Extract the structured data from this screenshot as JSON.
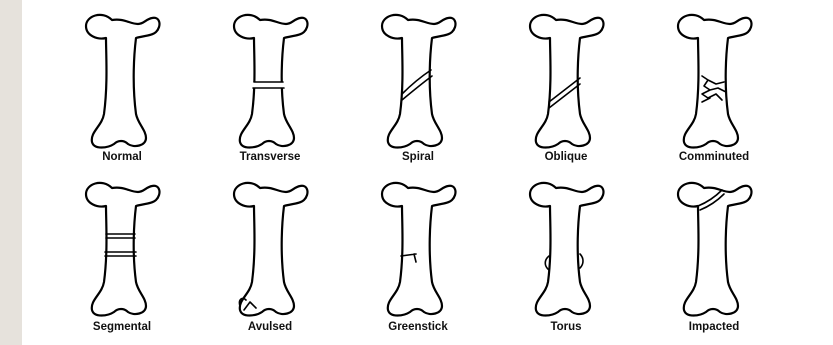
{
  "fracture_types": {
    "row1": [
      "Normal",
      "Transverse",
      "Spiral",
      "Oblique",
      "Comminuted"
    ],
    "row2": [
      "Segmental",
      "Avulsed",
      "Greenstick",
      "Torus",
      "Impacted"
    ]
  },
  "colors": {
    "panel": "#ffffff",
    "background": "#ece9e3",
    "ink": "#000000"
  }
}
